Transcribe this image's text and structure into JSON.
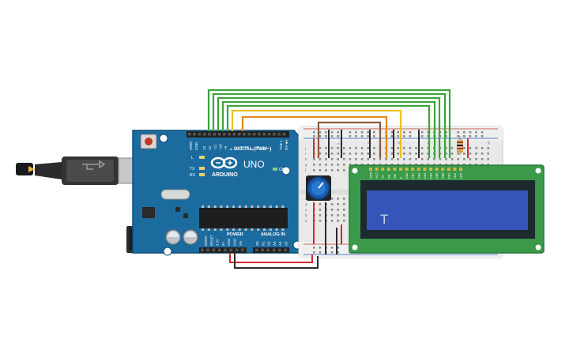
{
  "arduino": {
    "brand": "ARDUINO",
    "model": "UNO",
    "digital_label": "DIGITAL (PWM~)",
    "power_label": "POWER",
    "analog_label": "ANALOG IN",
    "on_label": "ON",
    "led_l": "L",
    "led_tx": "TX",
    "led_rx": "RX",
    "aref": "AREF",
    "gnd": "GND",
    "tx_pin": "TX►1",
    "rx_pin": "RX◄0",
    "digital_pins": [
      "13",
      "12",
      "~11",
      "~10",
      "~9",
      "8",
      "7",
      "~6",
      "~5",
      "4",
      "~3",
      "2"
    ],
    "power_pins": [
      "IOREF",
      "RESET",
      "3.3V",
      "5V",
      "GND",
      "GND",
      "Vin"
    ],
    "analog_pins": [
      "A0",
      "A1",
      "A2",
      "A3",
      "A4",
      "A5"
    ]
  },
  "breadboard": {
    "row_letters": [
      "j",
      "i",
      "h",
      "g",
      "f",
      "e",
      "d",
      "c",
      "b",
      "a"
    ],
    "column_numbers": [
      "1",
      "5",
      "10",
      "15",
      "20",
      "25",
      "30"
    ]
  },
  "lcd": {
    "pin_labels": [
      "GND",
      "VCC",
      "V0",
      "RS",
      "RW",
      "E",
      "DB0",
      "DB1",
      "DB2",
      "DB3",
      "DB4",
      "DB5",
      "DB6",
      "DB7",
      "LED",
      "LED"
    ],
    "cursor_char": "T"
  },
  "colors": {
    "board": "#1c6b9e",
    "wire_green": "#3aa53a",
    "wire_orange": "#e08a1c",
    "wire_yellow": "#e8c21a",
    "wire_brown": "#8b5a3c",
    "wire_red": "#d42a2a",
    "wire_black": "#2a2a2a",
    "lcd_board": "#3a9a4a",
    "lcd_screen": "#3555b8"
  }
}
